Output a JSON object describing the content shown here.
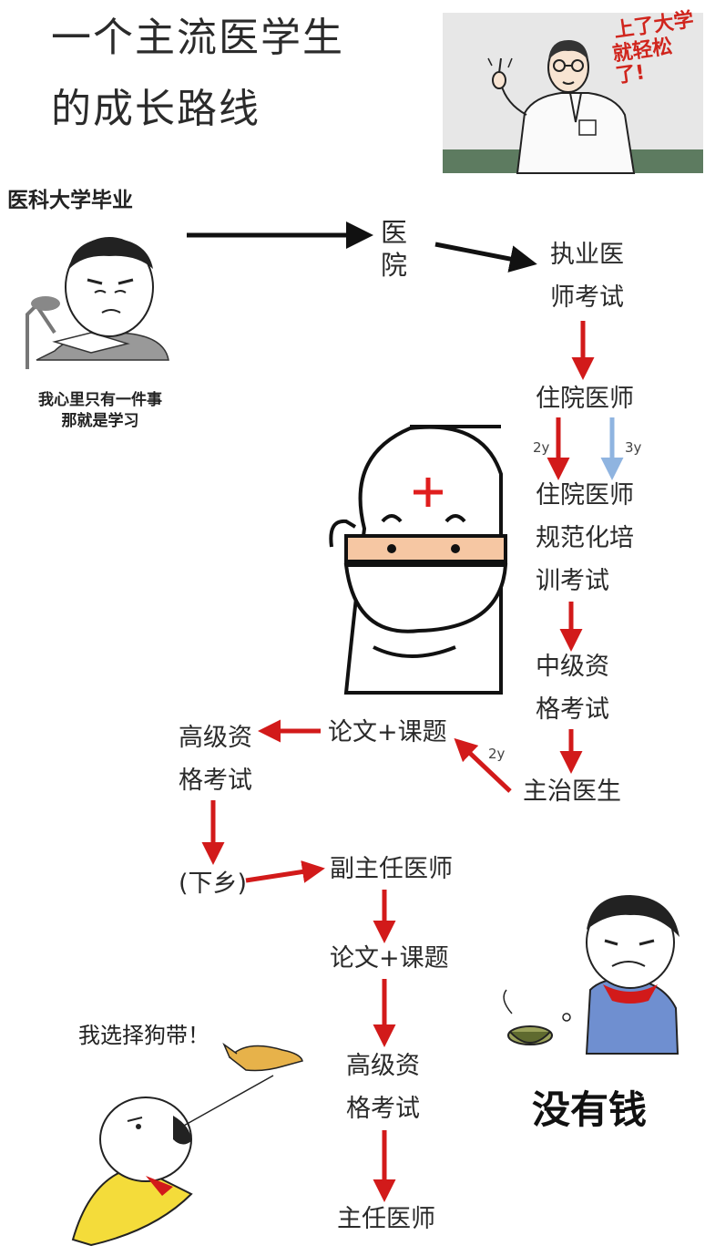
{
  "title": {
    "line1": "一个主流医学生",
    "line2": "的成长路线"
  },
  "teacher_panel": {
    "speech": [
      "上了大学",
      "就轻松了!"
    ]
  },
  "start": {
    "label": "医科大学毕业",
    "caption": [
      "我心里只有一件事",
      "那就是学习"
    ]
  },
  "flow": {
    "hospital": [
      "医",
      "院"
    ],
    "license_exam": [
      "执业医",
      "师考试"
    ],
    "resident": "住院医师",
    "branch_left": "2y",
    "branch_right": "3y",
    "residency_training_exam": [
      "住院医师",
      "规范化培",
      "训考试"
    ],
    "intermediate_exam": [
      "中级资",
      "格考试"
    ],
    "attending": "主治医生",
    "attending_to_papers": "2y",
    "papers_1": "论文+课题",
    "senior_exam_1": [
      "高级资",
      "格考试"
    ],
    "countryside": "(下乡)",
    "associate_chief": "副主任医师",
    "papers_2": "论文+课题",
    "senior_exam_2": [
      "高级资",
      "格考试"
    ],
    "chief": "主任医师"
  },
  "side_notes": {
    "dog_walker": "我选择狗带！",
    "no_money": "没有钱"
  },
  "colors": {
    "arrow_red": "#d21a1a",
    "arrow_blue": "#8fb4e0",
    "arrow_black": "#111111",
    "cross_red": "#e01e1e",
    "mask": "#f6c7a3"
  }
}
